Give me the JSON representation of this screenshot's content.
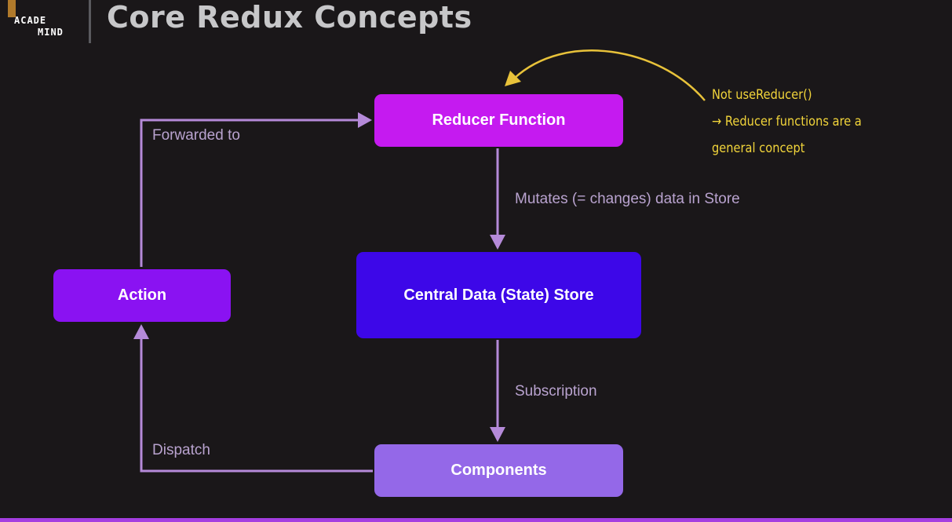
{
  "header": {
    "logo_line1": "ACADE",
    "logo_line2": "MIND",
    "title": "Core Redux Concepts"
  },
  "nodes": {
    "reducer": "Reducer Function",
    "store": "Central Data (State) Store",
    "action": "Action",
    "components": "Components"
  },
  "edges": {
    "forwarded": "Forwarded to",
    "mutates": "Mutates (= changes) data in Store",
    "subscription": "Subscription",
    "dispatch": "Dispatch"
  },
  "note": {
    "line1": "Not useReducer()",
    "line2": "→ Reducer functions are a",
    "line3": "general concept"
  },
  "colors": {
    "background": "#1a1719",
    "reducer": "#c51af0",
    "store": "#3d07e8",
    "action": "#8a12f2",
    "components": "#9468e8",
    "edge": "#b58ad9",
    "note": "#f1d43a"
  }
}
